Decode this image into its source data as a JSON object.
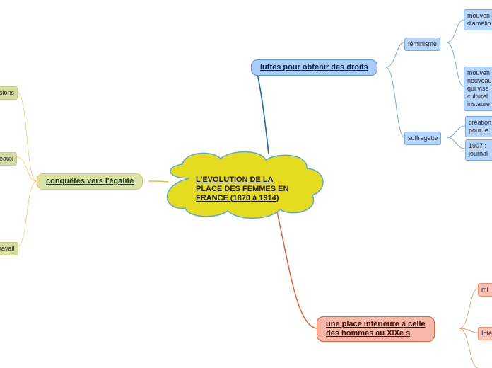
{
  "colors": {
    "cloud_fill": "#e6dc1f",
    "cloud_stroke": "#5aa8dd",
    "blue_branch": "#1d64b4",
    "orange_branch": "#efb73e",
    "red_branch": "#e8582a",
    "blue_node": "#a9cdf7",
    "green_node": "#dbe2a6",
    "red_node": "#f7b8aa"
  },
  "center": {
    "line1": "L'EVOLUTION DE LA",
    "line2": "PLACE DES FEMMES EN",
    "line3": "FRANCE (1870 à 1914)"
  },
  "top_branch": {
    "label": "luttes pour obtenir des droits",
    "children": [
      {
        "label": "féminisme",
        "children": [
          {
            "lines": [
              "mouven",
              "d'amélio"
            ]
          },
          {
            "lines": [
              "mouven",
              "nouveau",
              "qui vise",
              "culturel",
              "instaure"
            ]
          }
        ]
      },
      {
        "label": "suffragette",
        "children": [
          {
            "lines": [
              "création",
              "pour le"
            ]
          },
          {
            "year": "1907",
            "rest": " :",
            "line2": "journal"
          }
        ]
      }
    ]
  },
  "left_branch": {
    "label": "conquêtes vers l'égalité",
    "children": [
      {
        "label": "sions"
      },
      {
        "label": "eaux"
      },
      {
        "label": "ravail"
      }
    ]
  },
  "bottom_branch": {
    "line1": "une place inférieure à celle",
    "line2": "des hommes au XIXe s",
    "children": [
      {
        "label": "mi"
      },
      {
        "label": "Infé"
      }
    ]
  }
}
